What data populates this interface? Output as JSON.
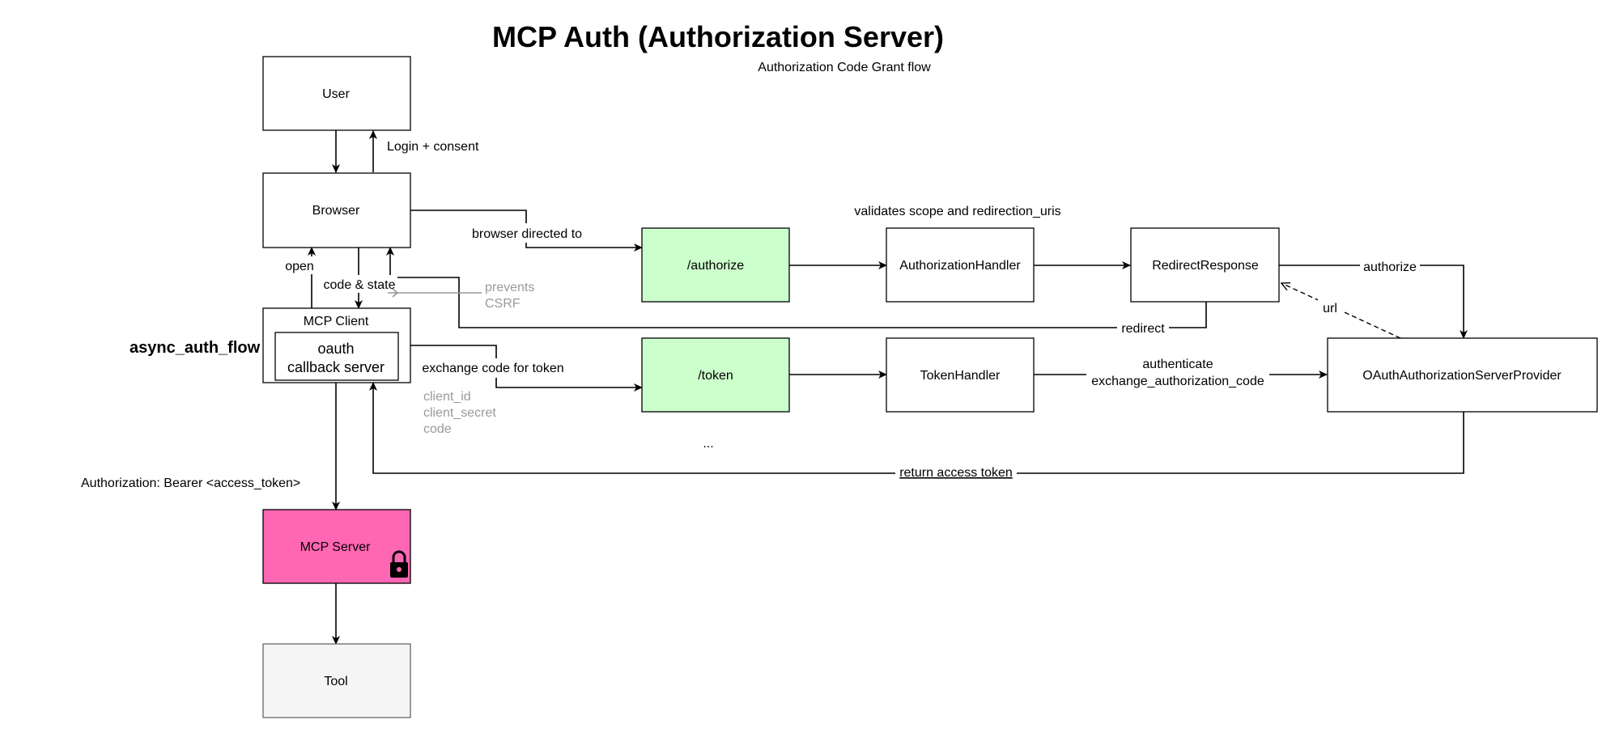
{
  "title": "MCP Auth (Authorization Server)",
  "subtitle": "Authorization Code Grant flow",
  "side_label": "async_auth_flow",
  "colors": {
    "endpoint_fill": "#ccffcc",
    "server_fill": "#ff66b3",
    "tool_fill": "#f5f5f5",
    "tool_stroke": "#666666",
    "muted_text": "#999999"
  },
  "nodes": {
    "user": "User",
    "browser": "Browser",
    "mcp_client": "MCP Client",
    "oauth_callback_line1": "oauth",
    "oauth_callback_line2": "callback server",
    "mcp_server": "MCP Server",
    "tool": "Tool",
    "authorize": "/authorize",
    "authorization_handler": "AuthorizationHandler",
    "redirect_response": "RedirectResponse",
    "token": "/token",
    "token_handler": "TokenHandler",
    "provider": "OAuthAuthorizationServerProvider"
  },
  "edge_labels": {
    "login_consent": "Login + consent",
    "browser_directed": "browser directed to",
    "open": "open",
    "code_state": "code & state",
    "prevents_line1": "prevents",
    "prevents_line2": "CSRF",
    "validates": "validates scope and redirection_uris",
    "authorize": "authorize",
    "url": "url",
    "redirect": "redirect",
    "exchange": "exchange code for token",
    "client_id": "client_id",
    "client_secret": "client_secret",
    "code": "code",
    "ellipsis": "...",
    "authenticate": "authenticate",
    "exchange_code": "exchange_authorization_code",
    "return_token": "return access token",
    "bearer": "Authorization: Bearer <access_token>"
  },
  "icons": {
    "lock": "lock-icon"
  }
}
